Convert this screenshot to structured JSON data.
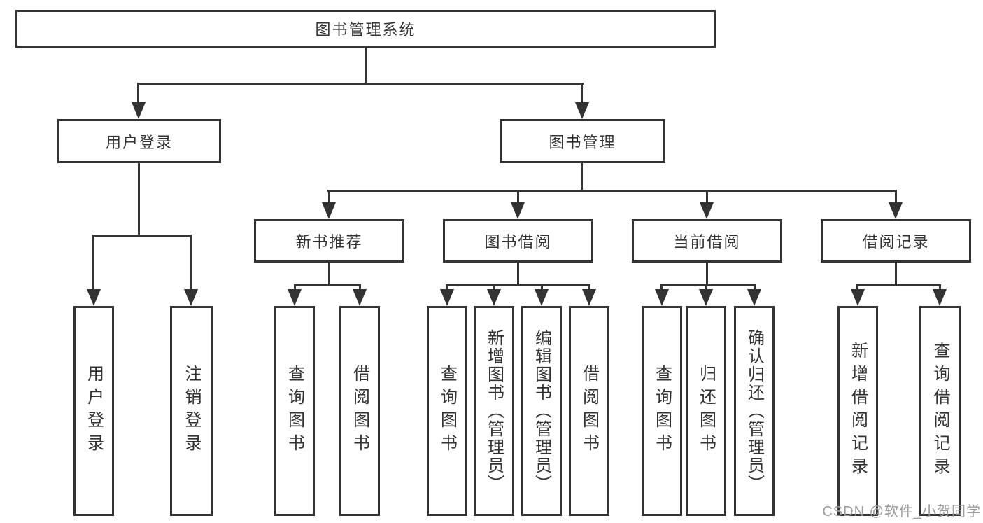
{
  "diagram_title": "图书管理系统",
  "colors": {
    "line": "#333333",
    "text": "#333333",
    "box_background": "#ffffff",
    "watermark": "#9c9c9c"
  },
  "root": {
    "label": "图书管理系统"
  },
  "level2": [
    {
      "label": "用户登录",
      "parent": "图书管理系统"
    },
    {
      "label": "图书管理",
      "parent": "图书管理系统"
    }
  ],
  "level3": [
    {
      "label": "新书推荐",
      "parent": "图书管理"
    },
    {
      "label": "图书借阅",
      "parent": "图书管理"
    },
    {
      "label": "当前借阅",
      "parent": "图书管理"
    },
    {
      "label": "借阅记录",
      "parent": "图书管理"
    }
  ],
  "leaves": [
    {
      "label": "用户登录",
      "parent": "用户登录"
    },
    {
      "label": "注销登录",
      "parent": "用户登录"
    },
    {
      "label": "查询图书",
      "parent": "新书推荐"
    },
    {
      "label": "借阅图书",
      "parent": "新书推荐"
    },
    {
      "label": "查询图书",
      "parent": "图书借阅"
    },
    {
      "label": "新增图书（管理员）",
      "parent": "图书借阅"
    },
    {
      "label": "编辑图书（管理员）",
      "parent": "图书借阅"
    },
    {
      "label": "借阅图书",
      "parent": "图书借阅"
    },
    {
      "label": "查询图书",
      "parent": "当前借阅"
    },
    {
      "label": "归还图书",
      "parent": "当前借阅"
    },
    {
      "label": "确认归还（管理员）",
      "parent": "当前借阅"
    },
    {
      "label": "新增借阅记录",
      "parent": "借阅记录"
    },
    {
      "label": "查询借阅记录",
      "parent": "借阅记录"
    }
  ],
  "watermark": "CSDN @软件_小贺同学"
}
